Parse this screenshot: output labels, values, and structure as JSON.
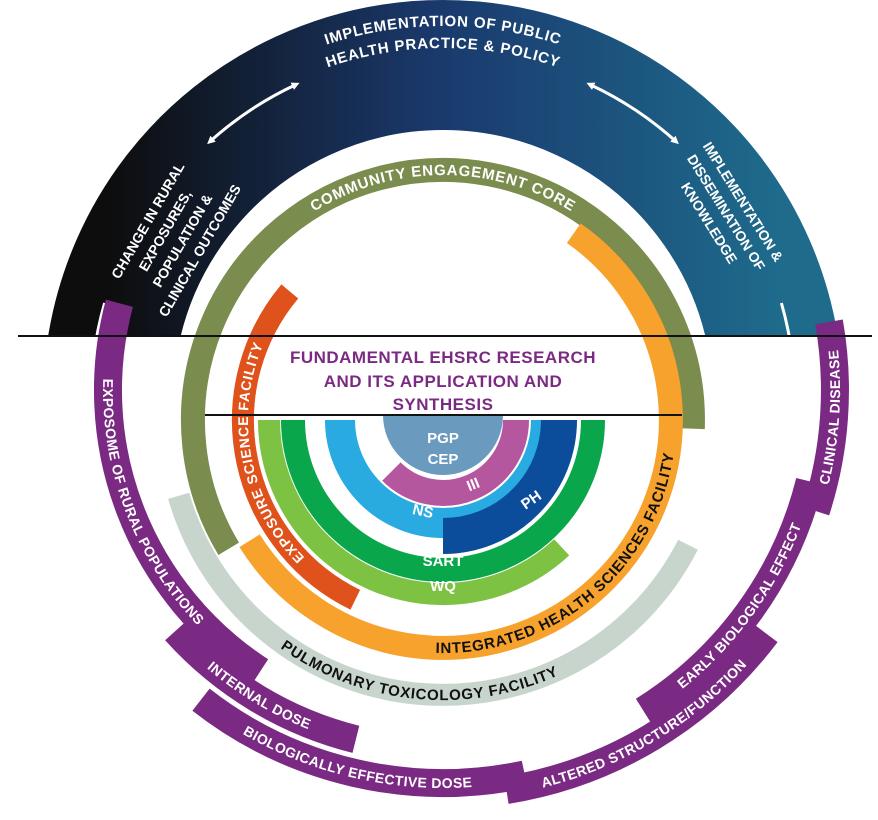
{
  "outer_band": {
    "top_line1": "IMPLEMENTATION OF PUBLIC",
    "top_line2": "HEALTH PRACTICE & POLICY",
    "left_lines": [
      "CHANGE IN RURAL",
      "EXPOSURES,",
      "POPULATION &",
      "CLINICAL OUTCOMES"
    ],
    "right_lines": [
      "IMPLEMENTATION &",
      "DISSEMINATION OF",
      "KNOWLEDGE"
    ],
    "gradient_colors": [
      "#0d0d0d",
      "#1a3a6e",
      "#1e6b8c"
    ]
  },
  "center_title": {
    "line1": "FUNDAMENTAL EHSRC RESEARCH",
    "line2": "AND ITS APPLICATION AND",
    "line3": "SYNTHESIS",
    "color": "#7b2a83"
  },
  "rings": [
    {
      "label": "COMMUNITY ENGAGEMENT CORE",
      "color": "#7a8c4e",
      "text_color": "#ffffff"
    },
    {
      "label": "PULMONARY TOXICOLOGY FACILITY",
      "color": "#c8d5cc",
      "text_color": "#111111"
    },
    {
      "label": "INTEGRATED HEALTH SCIENCES FACILITY",
      "color": "#f6a22c",
      "text_color": "#111111"
    },
    {
      "label": "EXPOSURE SCIENCE FACILITY",
      "color": "#e0521b",
      "text_color": "#ffffff"
    }
  ],
  "core": {
    "wq": {
      "label": "WQ",
      "color": "#7dc242"
    },
    "sart": {
      "label": "SART",
      "color": "#0aa64b"
    },
    "ns": {
      "label": "NS",
      "color": "#29abe2"
    },
    "ph": {
      "label": "PH",
      "color": "#0b4d9b"
    },
    "iii": {
      "label": "III",
      "color": "#b5579f"
    },
    "pgp": {
      "label": "PGP",
      "color": "#6a9bbf"
    },
    "cep": {
      "label": "CEP"
    }
  },
  "continuum": {
    "color": "#7b2a83",
    "segments": [
      "EXPOSOME OF RURAL POPULATIONS",
      "INTERNAL DOSE",
      "BIOLOGICALLY EFFECTIVE DOSE",
      "ALTERED STRUCTURE/FUNCTION",
      "EARLY BIOLOGICAL EFFECT",
      "CLINICAL DISEASE"
    ]
  }
}
